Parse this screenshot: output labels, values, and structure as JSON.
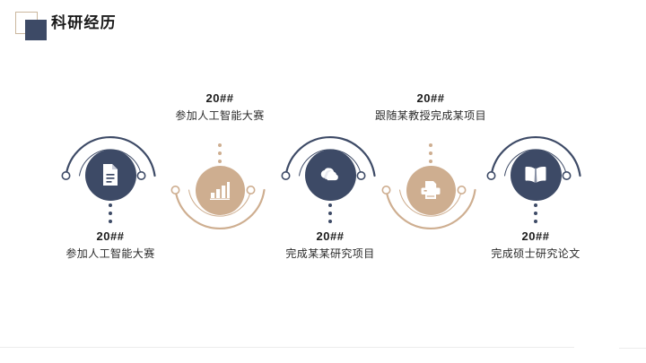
{
  "header": {
    "title": "科研经历",
    "deco_outline_color": "#CBB79E",
    "deco_fill_color": "#3D4A66"
  },
  "theme": {
    "navy": "#3D4A66",
    "tan": "#CEAE90",
    "background": "#FFFFFF",
    "text": "#2B2B2B",
    "rule": "#ECECEC"
  },
  "timeline": {
    "nodes": [
      {
        "id": "node-1",
        "icon": "document-icon",
        "color": "navy",
        "position": "below",
        "year": "20##",
        "text": "参加人工智能大赛"
      },
      {
        "id": "node-2",
        "icon": "bar-chart-icon",
        "color": "tan",
        "position": "above",
        "year": "20##",
        "text": "参加人工智能大赛"
      },
      {
        "id": "node-3",
        "icon": "cloud-icon",
        "color": "navy",
        "position": "below",
        "year": "20##",
        "text": "完成某某研究项目"
      },
      {
        "id": "node-4",
        "icon": "printer-icon",
        "color": "tan",
        "position": "above",
        "year": "20##",
        "text": "跟随某教授完成某项目"
      },
      {
        "id": "node-5",
        "icon": "open-book-icon",
        "color": "navy",
        "position": "below",
        "year": "20##",
        "text": "完成硕士研究论文"
      }
    ]
  }
}
